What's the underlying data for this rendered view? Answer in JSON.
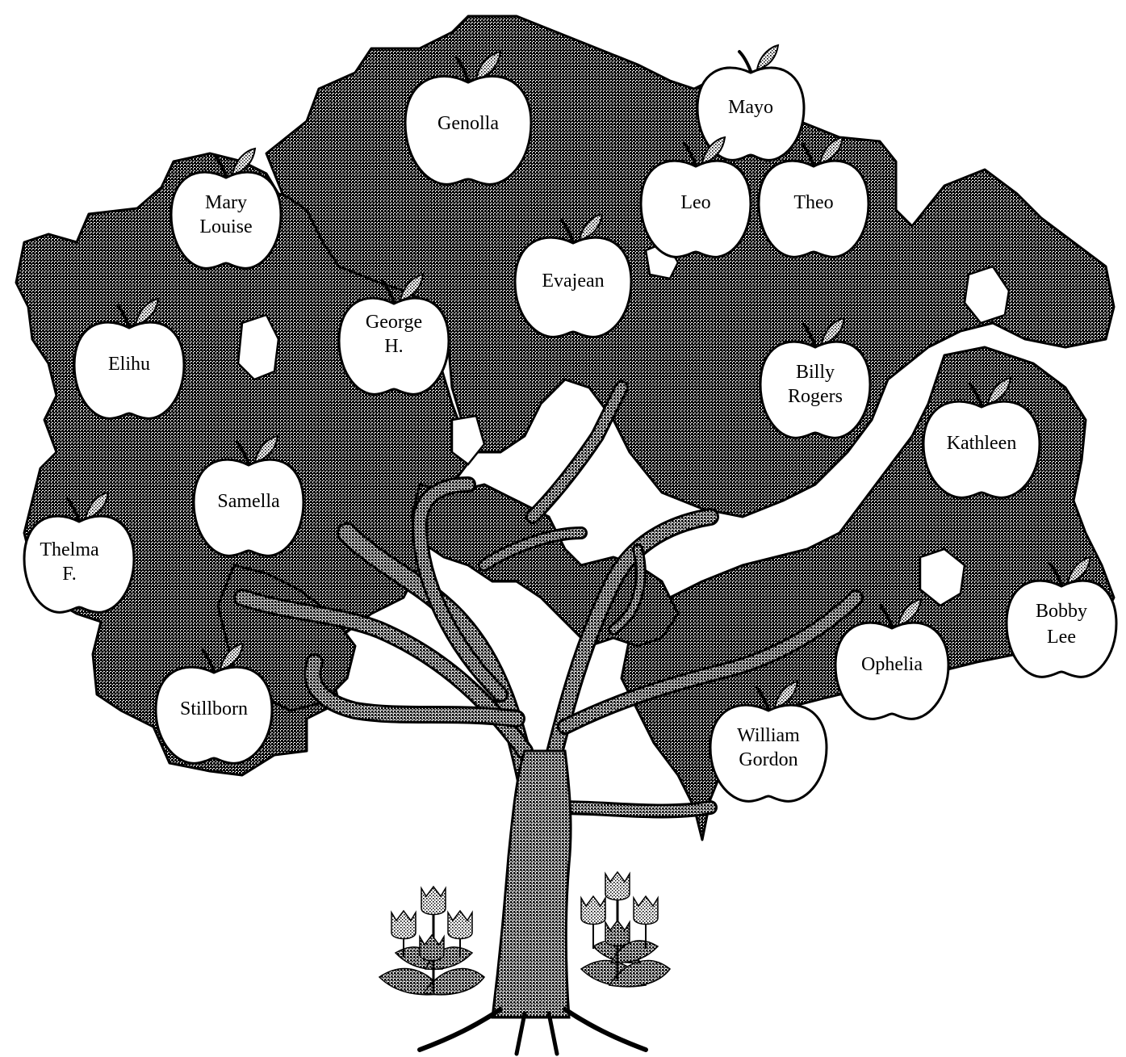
{
  "colors": {
    "canopy": "#5a5a5a",
    "branch": "#4a4a4a",
    "apple": "#ffffff",
    "outline": "#000000",
    "leaf": "#9a9a9a"
  },
  "apples": [
    {
      "id": "genolla",
      "lines": [
        "Genolla"
      ]
    },
    {
      "id": "mayo",
      "lines": [
        "Mayo"
      ]
    },
    {
      "id": "leo",
      "lines": [
        "Leo"
      ]
    },
    {
      "id": "theo",
      "lines": [
        "Theo"
      ]
    },
    {
      "id": "mary-louise",
      "lines": [
        "Mary",
        "Louise"
      ]
    },
    {
      "id": "evajean",
      "lines": [
        "Evajean"
      ]
    },
    {
      "id": "george-h",
      "lines": [
        "George",
        "H."
      ]
    },
    {
      "id": "elihu",
      "lines": [
        "Elihu"
      ]
    },
    {
      "id": "billy-rogers",
      "lines": [
        "Billy",
        "Rogers"
      ]
    },
    {
      "id": "kathleen",
      "lines": [
        "Kathleen"
      ]
    },
    {
      "id": "samella",
      "lines": [
        "Samella"
      ]
    },
    {
      "id": "thelma-f",
      "lines": [
        "Thelma",
        "F."
      ]
    },
    {
      "id": "bobby-lee",
      "lines": [
        "Bobby",
        "Lee"
      ]
    },
    {
      "id": "ophelia",
      "lines": [
        "Ophelia"
      ]
    },
    {
      "id": "stillborn",
      "lines": [
        "Stillborn"
      ]
    },
    {
      "id": "william-gordon",
      "lines": [
        "William",
        "Gordon"
      ]
    }
  ]
}
